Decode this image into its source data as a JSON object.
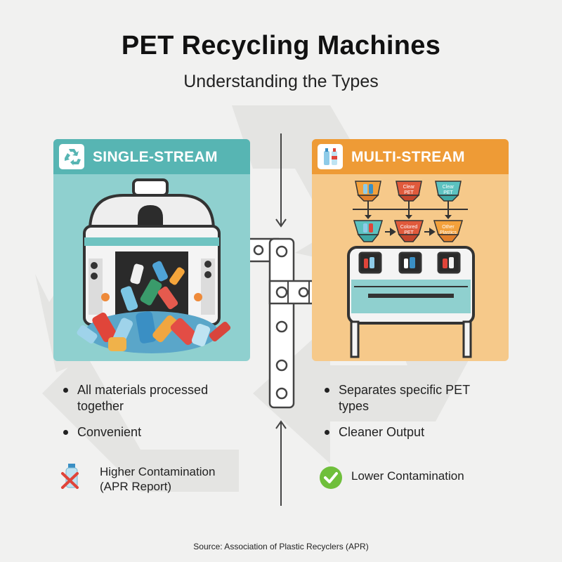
{
  "title": "PET Recycling Machines",
  "subtitle": "Understanding the Types",
  "single": {
    "header": "SINGLE-STREAM",
    "header_icon": "recycle-icon",
    "bullets": [
      "All materials processed together",
      "Convenient"
    ],
    "status_line1": "Higher Contamination",
    "status_line2": "(APR Report)",
    "status_icon": "bottle-cross-icon"
  },
  "multi": {
    "header": "MULTI-STREAM",
    "header_icon": "bottles-icon",
    "bins_top": [
      "",
      "Clear PET",
      "Clear PET"
    ],
    "bins_bottom": [
      "",
      "Colored PET",
      "Other Plastics"
    ],
    "bullets": [
      "Separates specific PET types",
      "Cleaner Output"
    ],
    "status": "Lower Contamination",
    "status_icon": "check-circle-icon"
  },
  "source": "Source: Association of Plastic Recyclers (APR)",
  "colors": {
    "teal": "#57b5b3",
    "teal_light": "#8fd0cf",
    "orange": "#ee9b36",
    "orange_light": "#f6c98a",
    "red": "#e0453a",
    "green": "#6fbf3b"
  }
}
